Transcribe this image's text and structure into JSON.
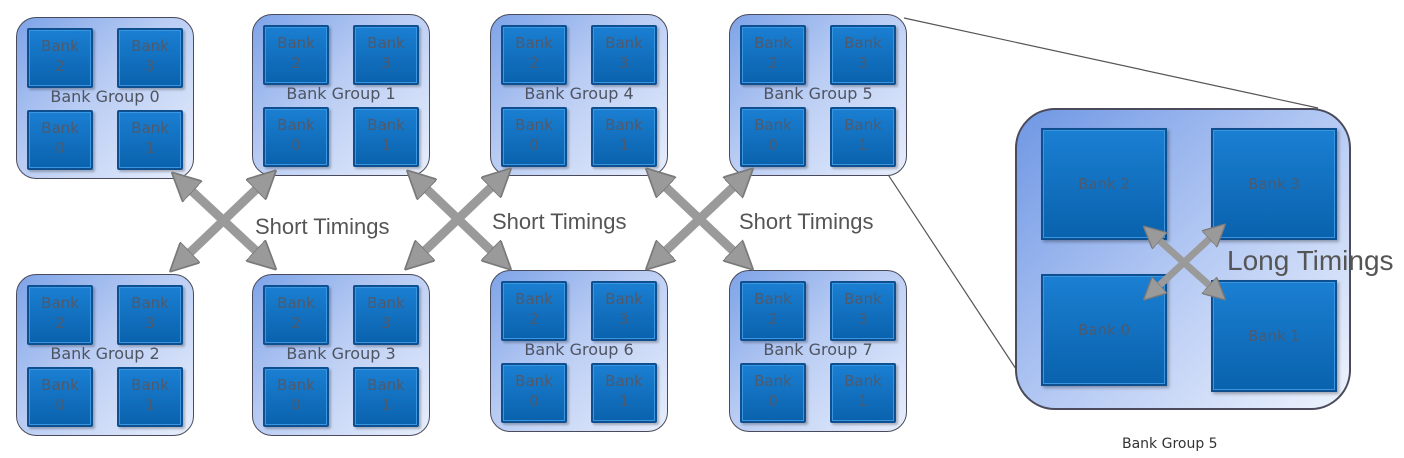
{
  "bank_word": "Bank",
  "groups": [
    {
      "label": "Bank Group 0",
      "banks": [
        "2",
        "3",
        "0",
        "1"
      ]
    },
    {
      "label": "Bank Group 1",
      "banks": [
        "2",
        "3",
        "0",
        "1"
      ]
    },
    {
      "label": "Bank Group 4",
      "banks": [
        "2",
        "3",
        "0",
        "1"
      ]
    },
    {
      "label": "Bank Group 5",
      "banks": [
        "2",
        "3",
        "0",
        "1"
      ]
    },
    {
      "label": "Bank Group 2",
      "banks": [
        "2",
        "3",
        "0",
        "1"
      ]
    },
    {
      "label": "Bank Group 3",
      "banks": [
        "2",
        "3",
        "0",
        "1"
      ]
    },
    {
      "label": "Bank Group 6",
      "banks": [
        "2",
        "3",
        "0",
        "1"
      ]
    },
    {
      "label": "Bank Group 7",
      "banks": [
        "2",
        "3",
        "0",
        "1"
      ]
    }
  ],
  "short_timings": [
    "Short Timings",
    "Short Timings",
    "Short Timings"
  ],
  "zoom": {
    "banks": [
      "Bank 2",
      "Bank 3",
      "Bank 0",
      "Bank 1"
    ],
    "long_timings": "Long Timings",
    "caption": "Bank Group 5"
  },
  "colors": {
    "bank_fill": "#0a6bc0",
    "arrow": "#999999",
    "group_border": "#4a4a5a"
  }
}
